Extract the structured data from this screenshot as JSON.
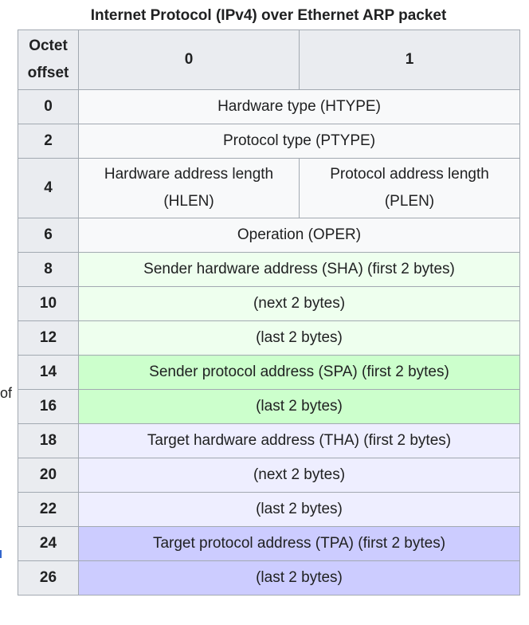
{
  "table": {
    "caption": "Internet Protocol (IPv4) over Ethernet ARP packet",
    "header": {
      "offset_label_line1": "Octet",
      "offset_label_line2": "offset",
      "col0": "0",
      "col1": "1"
    },
    "rows": [
      {
        "offset": "0",
        "text": "Hardware type (HTYPE)"
      },
      {
        "offset": "2",
        "text": "Protocol type (PTYPE)"
      },
      {
        "offset": "4",
        "left_line1": "Hardware address length",
        "left_line2": "(HLEN)",
        "right_line1": "Protocol address length",
        "right_line2": "(PLEN)"
      },
      {
        "offset": "6",
        "text": "Operation (OPER)"
      },
      {
        "offset": "8",
        "text": "Sender hardware address (SHA) (first 2 bytes)"
      },
      {
        "offset": "10",
        "text": "(next 2 bytes)"
      },
      {
        "offset": "12",
        "text": "(last 2 bytes)"
      },
      {
        "offset": "14",
        "text": "Sender protocol address (SPA) (first 2 bytes)"
      },
      {
        "offset": "16",
        "text": "(last 2 bytes)"
      },
      {
        "offset": "18",
        "text": "Target hardware address (THA) (first 2 bytes)"
      },
      {
        "offset": "20",
        "text": "(next 2 bytes)"
      },
      {
        "offset": "22",
        "text": "(last 2 bytes)"
      },
      {
        "offset": "24",
        "text": "Target protocol address (TPA) (first 2 bytes)"
      },
      {
        "offset": "26",
        "text": "(last 2 bytes)"
      }
    ],
    "colors": {
      "plain": "#f8f9fa",
      "sha": "#eeffee",
      "spa": "#ccffcc",
      "tha": "#eeeeff",
      "tpa": "#ccccff",
      "header": "#eaecf0",
      "border": "#a2a9b1"
    }
  },
  "side_text": {
    "fragment": "of"
  }
}
